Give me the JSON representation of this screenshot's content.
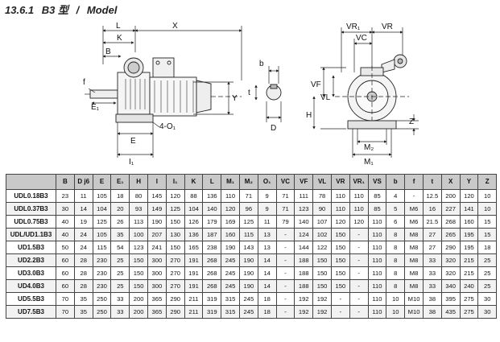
{
  "title": {
    "number": "13.6.1",
    "mount": "B3 型",
    "sep": "/",
    "label": "Model"
  },
  "drawing_labels": {
    "L": "L",
    "X": "X",
    "K": "K",
    "B": "B",
    "f": "f",
    "E1": "E₁",
    "Y": "Y",
    "O1": "4-O₁",
    "E": "E",
    "I1": "I₁",
    "b": "b",
    "t": "t",
    "D": "D",
    "VR1": "VR₁",
    "VC": "VC",
    "VR": "VR",
    "VF": "VF",
    "VL": "VL",
    "H": "H",
    "Z": "Z",
    "M2": "M₂",
    "M1": "M₁"
  },
  "table": {
    "headers": [
      "",
      "B",
      "D j6",
      "E",
      "E₁",
      "H",
      "I",
      "I₁",
      "K",
      "L",
      "M₁",
      "M₂",
      "O₁",
      "VC",
      "VF",
      "VL",
      "VR",
      "VR₁",
      "VS",
      "b",
      "f",
      "t",
      "X",
      "Y",
      "Z"
    ],
    "rows": [
      [
        "UDL0.18B3",
        "23",
        "11",
        "105",
        "18",
        "80",
        "145",
        "120",
        "88",
        "136",
        "110",
        "71",
        "9",
        "71",
        "111",
        "78",
        "110",
        "110",
        "85",
        "4",
        "-",
        "12.5",
        "200",
        "120",
        "10"
      ],
      [
        "UDL0.37B3",
        "30",
        "14",
        "104",
        "20",
        "93",
        "149",
        "125",
        "104",
        "140",
        "120",
        "96",
        "9",
        "71",
        "123",
        "90",
        "110",
        "110",
        "85",
        "5",
        "M6",
        "16",
        "227",
        "141",
        "10"
      ],
      [
        "UDL0.75B3",
        "40",
        "19",
        "125",
        "26",
        "113",
        "190",
        "150",
        "126",
        "179",
        "169",
        "125",
        "11",
        "79",
        "140",
        "107",
        "120",
        "120",
        "110",
        "6",
        "M6",
        "21.5",
        "268",
        "160",
        "15"
      ],
      [
        "UDL/UD1.1B3",
        "40",
        "24",
        "105",
        "35",
        "100",
        "207",
        "130",
        "136",
        "187",
        "160",
        "115",
        "13",
        "-",
        "124",
        "102",
        "150",
        "-",
        "110",
        "8",
        "M8",
        "27",
        "265",
        "195",
        "15"
      ],
      [
        "UD1.5B3",
        "50",
        "24",
        "115",
        "54",
        "123",
        "241",
        "150",
        "165",
        "238",
        "190",
        "143",
        "13",
        "-",
        "144",
        "122",
        "150",
        "-",
        "110",
        "8",
        "M8",
        "27",
        "290",
        "195",
        "18"
      ],
      [
        "UD2.2B3",
        "60",
        "28",
        "230",
        "25",
        "150",
        "300",
        "270",
        "191",
        "268",
        "245",
        "190",
        "14",
        "-",
        "188",
        "150",
        "150",
        "-",
        "110",
        "8",
        "M8",
        "33",
        "320",
        "215",
        "25"
      ],
      [
        "UD3.0B3",
        "60",
        "28",
        "230",
        "25",
        "150",
        "300",
        "270",
        "191",
        "268",
        "245",
        "190",
        "14",
        "-",
        "188",
        "150",
        "150",
        "-",
        "110",
        "8",
        "M8",
        "33",
        "320",
        "215",
        "25"
      ],
      [
        "UD4.0B3",
        "60",
        "28",
        "230",
        "25",
        "150",
        "300",
        "270",
        "191",
        "268",
        "245",
        "190",
        "14",
        "-",
        "188",
        "150",
        "150",
        "-",
        "110",
        "8",
        "M8",
        "33",
        "340",
        "240",
        "25"
      ],
      [
        "UD5.5B3",
        "70",
        "35",
        "250",
        "33",
        "200",
        "365",
        "290",
        "211",
        "319",
        "315",
        "245",
        "18",
        "-",
        "192",
        "192",
        "-",
        "-",
        "110",
        "10",
        "M10",
        "38",
        "395",
        "275",
        "30"
      ],
      [
        "UD7.5B3",
        "70",
        "35",
        "250",
        "33",
        "200",
        "365",
        "290",
        "211",
        "319",
        "315",
        "245",
        "18",
        "-",
        "192",
        "192",
        "-",
        "-",
        "110",
        "10",
        "M10",
        "38",
        "435",
        "275",
        "30"
      ]
    ]
  }
}
